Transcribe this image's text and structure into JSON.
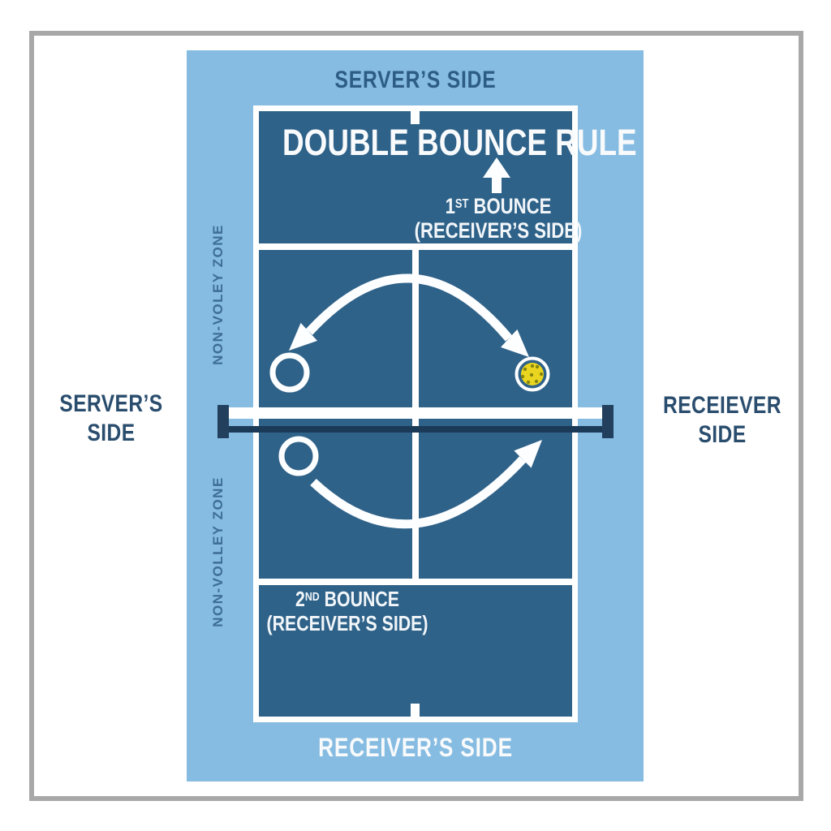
{
  "diagram": {
    "title": "DOUBLE BOUNCE RULE",
    "top_label": "SERVER’S SIDE",
    "bottom_label": "RECEIVER’S SIDE",
    "left_label": {
      "line1": "SERVER’S",
      "line2": "SIDE"
    },
    "right_label": {
      "line1": "RECEIEVER",
      "line2": "SIDE"
    },
    "nvz_upper": "NON-VOLEY ZONE",
    "nvz_lower": "NON-VOLLEY ZONE",
    "bounce1": {
      "number": "1",
      "ordinal": "ST",
      "label": " BOUNCE",
      "sublabel": "(RECEIVER’S SIDE)"
    },
    "bounce2": {
      "number": "2",
      "ordinal": "ND",
      "label": " BOUNCE",
      "sublabel": "(RECEIVER’S SIDE)"
    },
    "icons": {
      "up_arrow": "thick white arrow pointing up to title",
      "serve_arc": "white curved arrow over net, arrowheads both ends",
      "return_arc": "white curved arrow below net, arrowhead up-right",
      "ball_outline": "white outlined circle (bounce spot)",
      "pickleball": "yellow pickleball with holes inside white ring"
    },
    "colors": {
      "surround_blue": "#86BCE1",
      "court_blue": "#2F6289",
      "line_white": "#FFFFFF",
      "net_navy": "#1E3C5A",
      "ball_yellow": "#E9D41F",
      "ball_hole_olive": "#83830F",
      "top_label_blue": "#2D5C84",
      "side_label_navy": "#2A4D6E",
      "nvz_text_blue": "#3E6D96",
      "frame_gray": "#A8A8A8"
    }
  }
}
